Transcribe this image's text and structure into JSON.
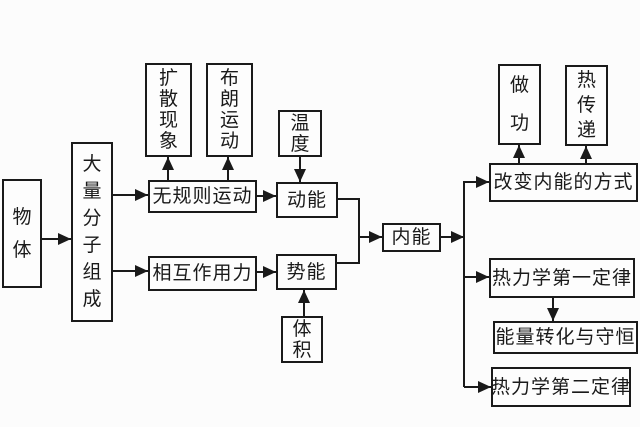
{
  "diagram": {
    "description": "Physics concept map about internal energy (thermodynamics)",
    "colors": {
      "background": "#fcfcfc",
      "line": "#1a1a1a",
      "box_background": "#fdfdfd"
    },
    "nodes": {
      "object": {
        "label": "物体"
      },
      "molecules": {
        "label": "大量分子组成"
      },
      "diffusion": {
        "label": "扩散现象"
      },
      "brownian_motion": {
        "label": "布朗运动"
      },
      "irregular_motion": {
        "label": "无规则运动"
      },
      "temperature": {
        "label": "温度"
      },
      "kinetic_energy": {
        "label": "动能"
      },
      "interaction_force": {
        "label": "相互作用力"
      },
      "potential_energy": {
        "label": "势能"
      },
      "volume": {
        "label": "体积"
      },
      "internal_energy": {
        "label": "内能"
      },
      "doing_work": {
        "label": "做功"
      },
      "heat_transfer": {
        "label": "热传递"
      },
      "change_method": {
        "label": "改变内能的方式"
      },
      "first_law": {
        "label": "热力学第一定律"
      },
      "conservation": {
        "label": "能量转化与守恒"
      },
      "second_law": {
        "label": "热力学第二定律"
      }
    },
    "connectors": [
      {
        "from": "object",
        "to": "molecules"
      },
      {
        "from": "molecules",
        "to": "irregular_motion"
      },
      {
        "from": "molecules",
        "to": "interaction_force"
      },
      {
        "from": "irregular_motion",
        "to": "diffusion"
      },
      {
        "from": "irregular_motion",
        "to": "brownian_motion"
      },
      {
        "from": "irregular_motion",
        "to": "kinetic_energy"
      },
      {
        "from": "temperature",
        "to": "kinetic_energy"
      },
      {
        "from": "interaction_force",
        "to": "potential_energy"
      },
      {
        "from": "volume",
        "to": "potential_energy"
      },
      {
        "from": "kinetic_energy",
        "to": "internal_energy"
      },
      {
        "from": "potential_energy",
        "to": "internal_energy"
      },
      {
        "from": "internal_energy",
        "to": "change_method"
      },
      {
        "from": "internal_energy",
        "to": "first_law"
      },
      {
        "from": "internal_energy",
        "to": "second_law"
      },
      {
        "from": "change_method",
        "to": "doing_work"
      },
      {
        "from": "change_method",
        "to": "heat_transfer"
      },
      {
        "from": "first_law",
        "to": "conservation"
      }
    ]
  }
}
